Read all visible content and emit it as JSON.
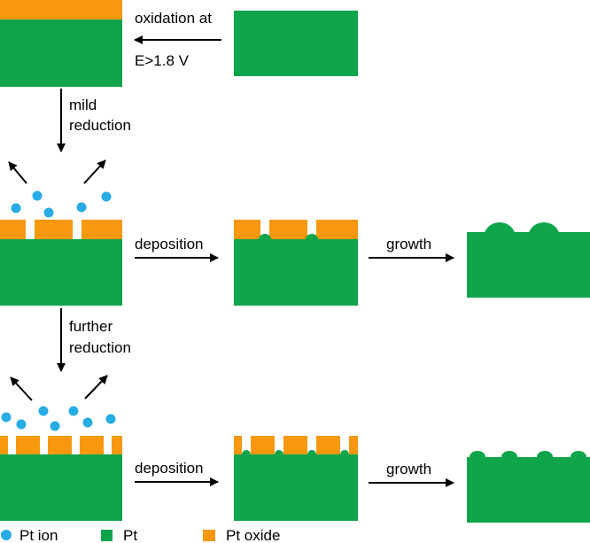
{
  "colors": {
    "pt": "#0FA54B",
    "pt_oxide": "#F7980F",
    "pt_ion": "#28ACE4",
    "arrow": "#000000"
  },
  "labels": {
    "oxidation_line1": "oxidation at",
    "oxidation_line2": "E>1.8 V",
    "mild_line1": "mild",
    "mild_line2": "reduction",
    "further_line1": "further",
    "further_line2": "reduction",
    "deposition_row1": "deposition",
    "growth_row1": "growth",
    "deposition_row2": "deposition",
    "growth_row2": "growth"
  },
  "legend": [
    {
      "label": "Pt ion",
      "icon": "pt-ion-dot"
    },
    {
      "label": "Pt",
      "icon": "pt-square"
    },
    {
      "label": "Pt oxide",
      "icon": "pt-oxide-square"
    }
  ]
}
